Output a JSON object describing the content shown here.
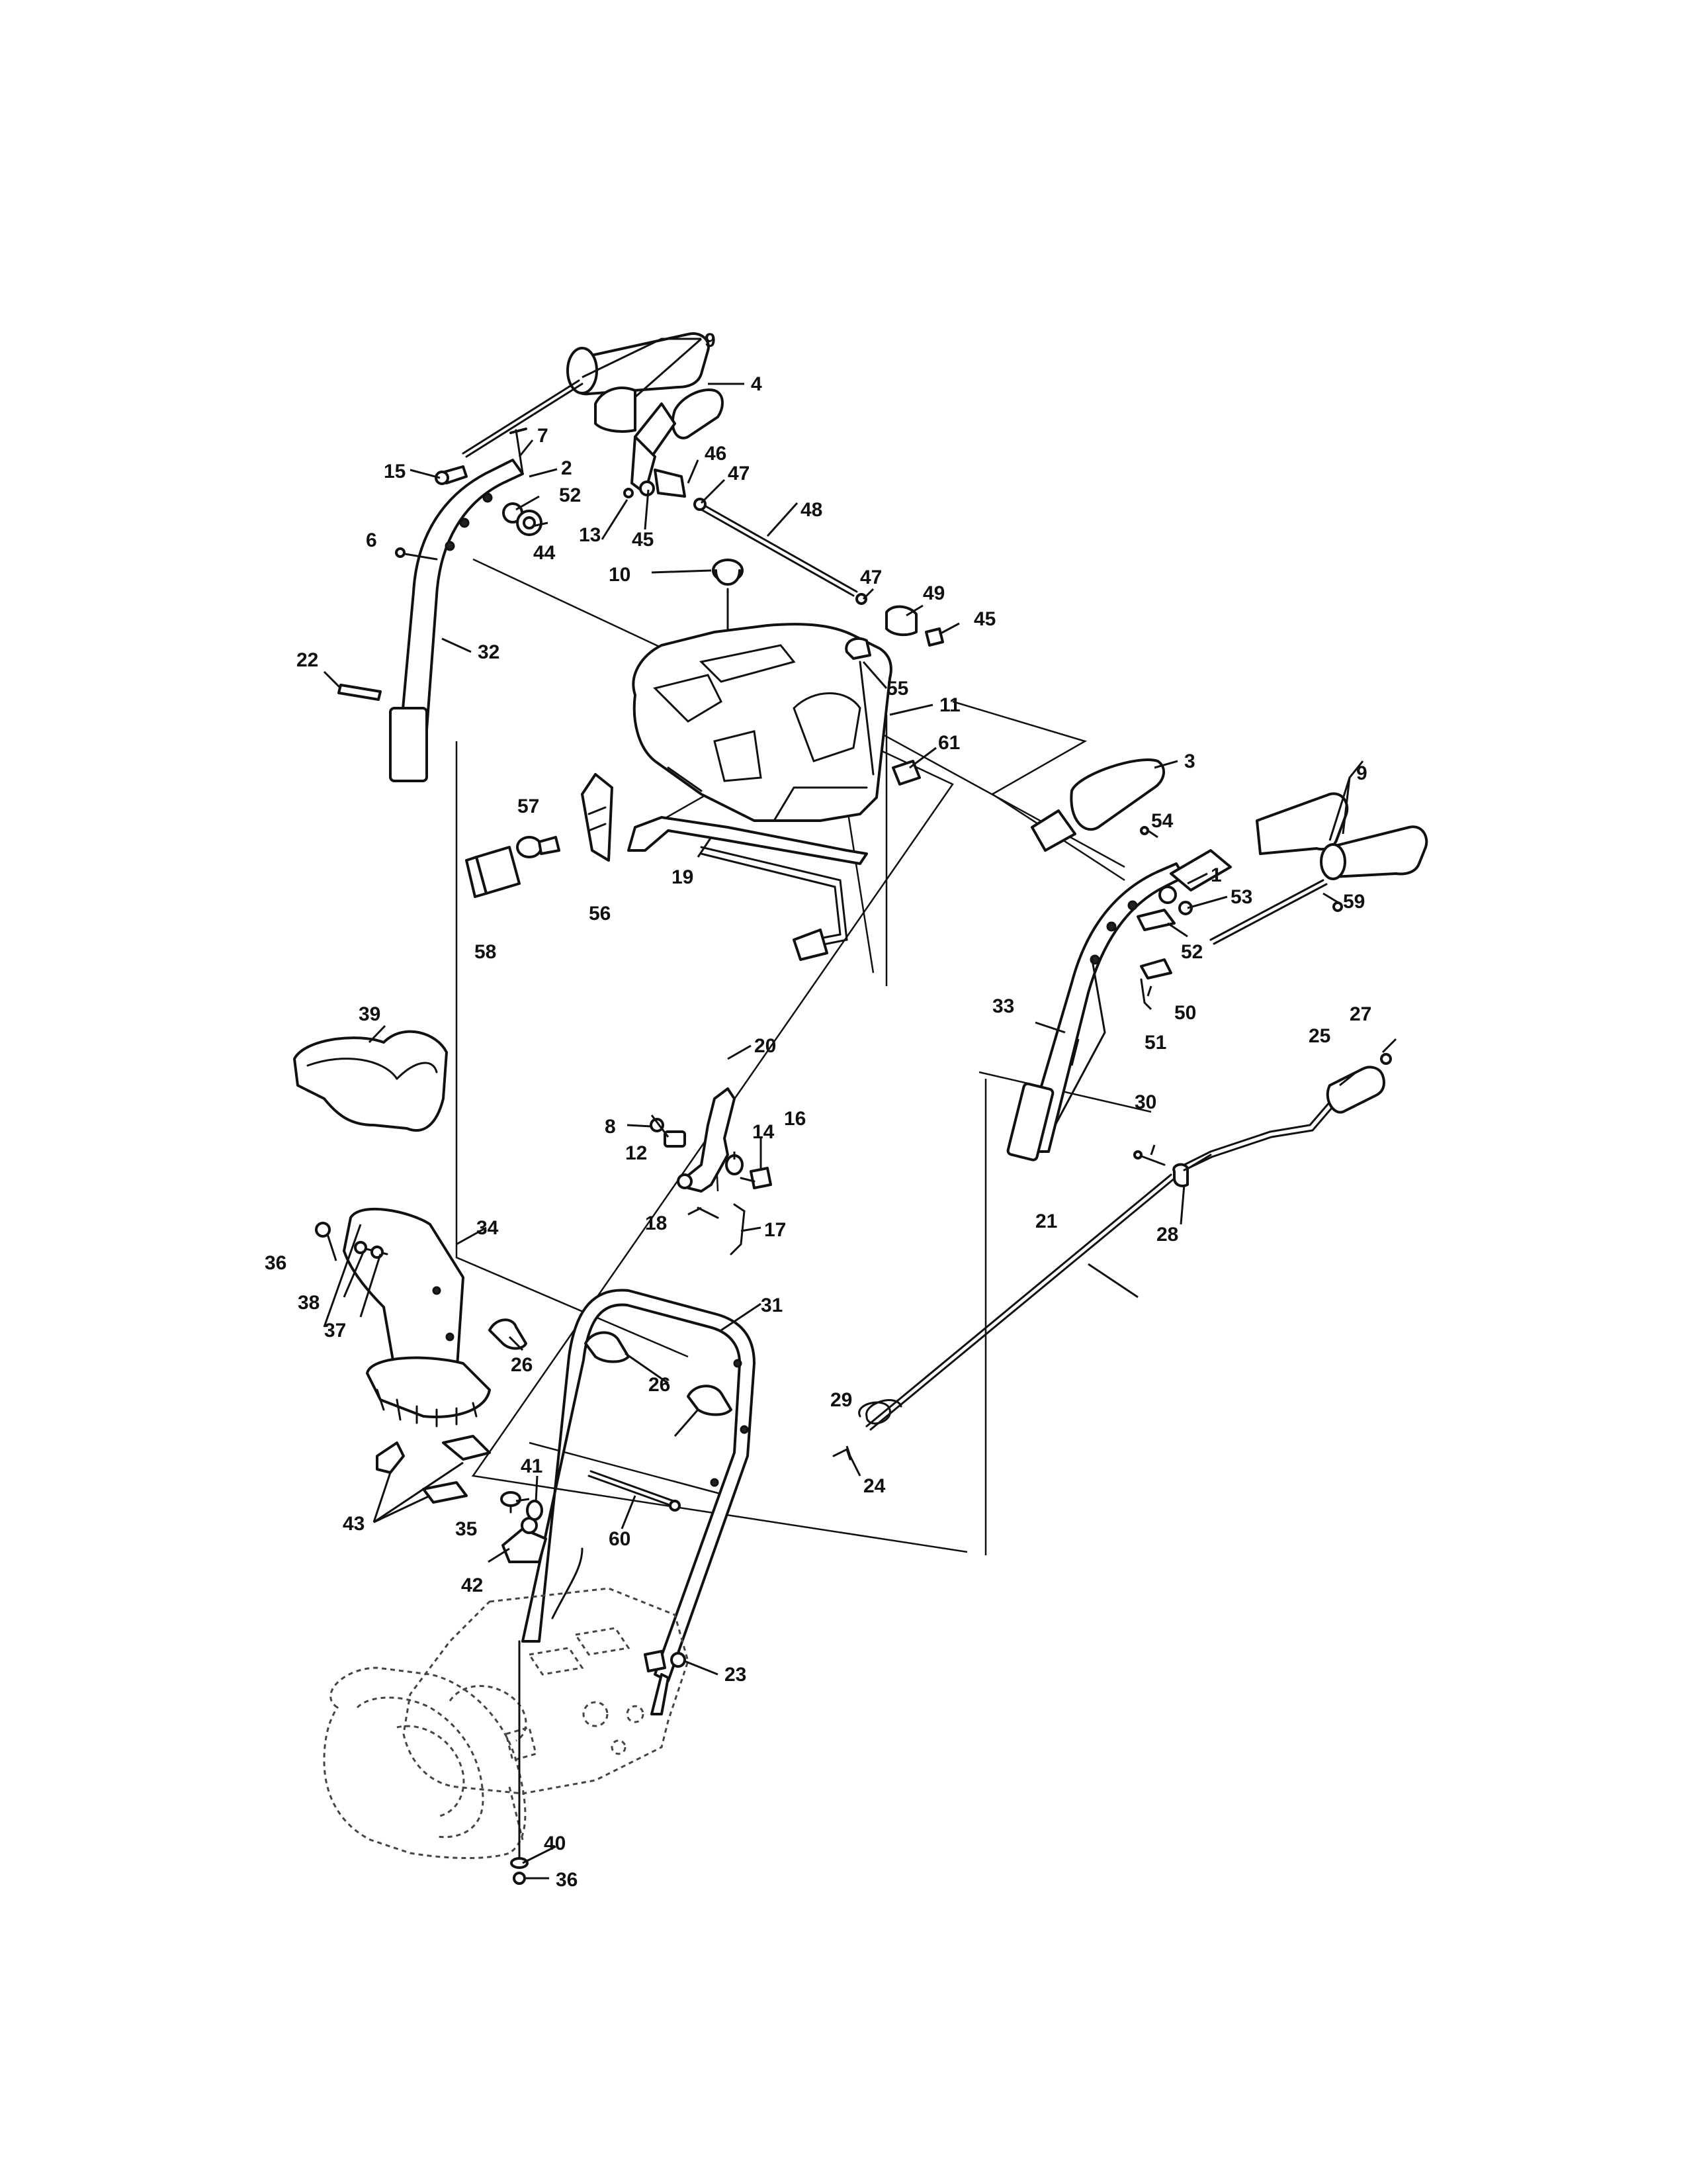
{
  "diagram": {
    "callouts": {
      "p1": "1",
      "p2": "2",
      "p3": "3",
      "p4": "4",
      "p6": "6",
      "p7": "7",
      "p8": "8",
      "p9": "9",
      "p10": "10",
      "p11": "11",
      "p12": "12",
      "p13": "13",
      "p14": "14",
      "p15": "15",
      "p16": "16",
      "p17": "17",
      "p18": "18",
      "p19": "19",
      "p20": "20",
      "p21": "21",
      "p22": "22",
      "p23": "23",
      "p24": "24",
      "p25": "25",
      "p26": "26",
      "p27": "27",
      "p28": "28",
      "p29": "29",
      "p30": "30",
      "p31": "31",
      "p32": "32",
      "p33": "33",
      "p34": "34",
      "p35": "35",
      "p36": "36",
      "p37": "37",
      "p38": "38",
      "p39": "39",
      "p40": "40",
      "p41": "41",
      "p42": "42",
      "p43": "43",
      "p44": "44",
      "p45": "45",
      "p46": "46",
      "p47": "47",
      "p48": "48",
      "p49": "49",
      "p50": "50",
      "p51": "51",
      "p52": "52",
      "p53": "53",
      "p54": "54",
      "p55": "55",
      "p56": "56",
      "p57": "57",
      "p58": "58",
      "p59": "59",
      "p60": "60",
      "p61": "61"
    }
  }
}
